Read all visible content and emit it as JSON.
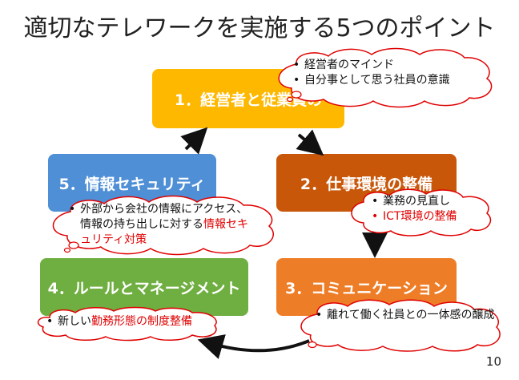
{
  "title": "適切なテレワークを実施する5つのポイント",
  "page_number": "10",
  "boxes": {
    "b1": "1．経営者と従業員の",
    "b2": "2．仕事環境の整備",
    "b3": "3．コミュニケーション",
    "b4": "4．ルールとマネージメント",
    "b5": "5．情報セキュリティ"
  },
  "clouds": {
    "c1": [
      "経営者のマインド",
      "自分事として思う社員の意識"
    ],
    "c2a": "業務の見直し",
    "c2b": "ICT環境の整備",
    "c3": "離れて働く社員との一体感の醸成",
    "c4a": "新しい",
    "c4b": "勤務形態の制度整備",
    "c5a": "外部から会社の情報にアクセス、情報の持ち出しに対する",
    "c5b": "情報セキュリティ対策"
  },
  "colors": {
    "box1": "#FFB800",
    "box2": "#C8570A",
    "box3": "#EE7D27",
    "box4": "#6FAE40",
    "box5": "#4E8FD6",
    "cloud_outline": "#E00000"
  }
}
